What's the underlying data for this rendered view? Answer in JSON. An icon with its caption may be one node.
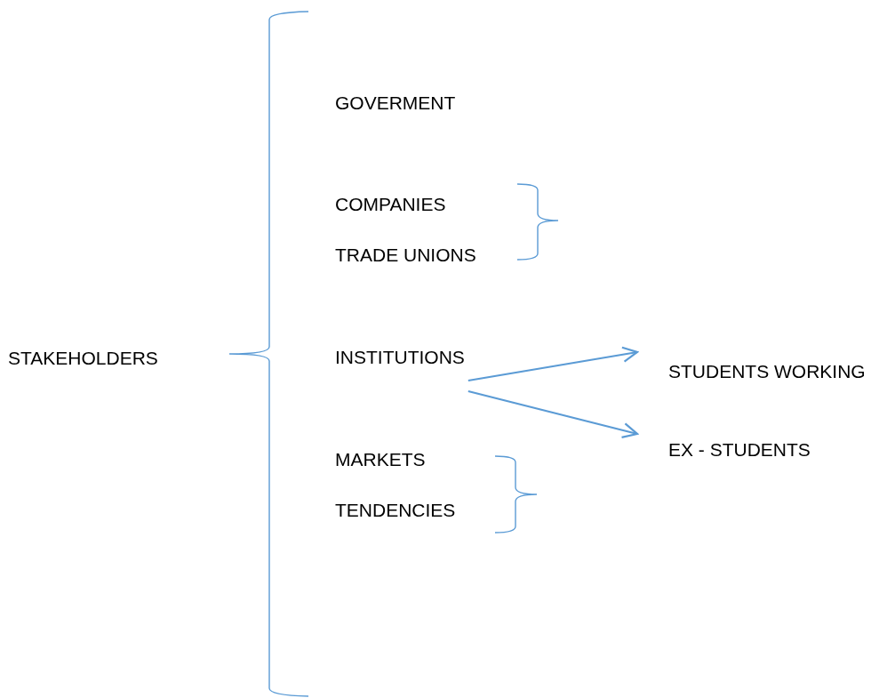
{
  "diagram": {
    "nodes": [
      {
        "text": [
          "STAKEHOLDERS"
        ]
      },
      {
        "text": [
          "GOVERMENT"
        ]
      },
      {
        "text": [
          "COMPANIES"
        ]
      },
      {
        "text": [
          "TRADE UNIONS"
        ]
      },
      {
        "text": [
          "INSTITUTIONS"
        ]
      },
      {
        "text": [
          "MARKETS"
        ]
      },
      {
        "text": [
          "TENDENCIES"
        ]
      },
      {
        "text": [
          "STUDENTS WORKING"
        ]
      },
      {
        "text": [
          "EX - STUDENTS"
        ]
      }
    ],
    "edges": [
      {
        "from": 4,
        "to": 7,
        "arrow": "to"
      },
      {
        "from": 4,
        "to": 8,
        "arrow": "to"
      }
    ]
  }
}
